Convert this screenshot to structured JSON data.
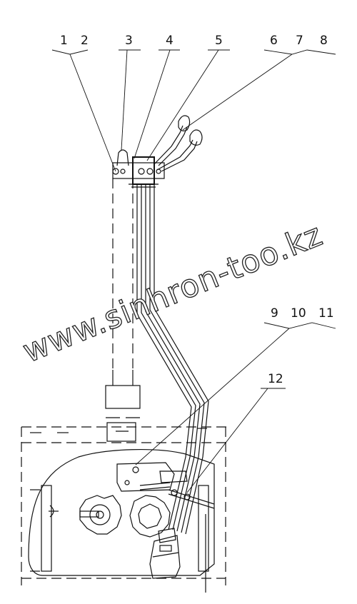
{
  "diagram": {
    "callouts": [
      {
        "id": "c1",
        "label": "1"
      },
      {
        "id": "c2",
        "label": "2"
      },
      {
        "id": "c3",
        "label": "3"
      },
      {
        "id": "c4",
        "label": "4"
      },
      {
        "id": "c5",
        "label": "5"
      },
      {
        "id": "c6",
        "label": "6"
      },
      {
        "id": "c7",
        "label": "7"
      },
      {
        "id": "c8",
        "label": "8"
      },
      {
        "id": "c9",
        "label": "9"
      },
      {
        "id": "c10",
        "label": "10"
      },
      {
        "id": "c11",
        "label": "11"
      },
      {
        "id": "c12",
        "label": "12"
      }
    ],
    "watermark": "www.sinhron-too.kz"
  }
}
